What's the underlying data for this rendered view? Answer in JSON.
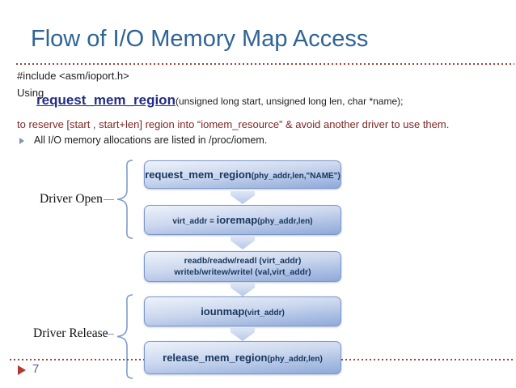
{
  "slide": {
    "title": "Flow of  I/O Memory Map Access",
    "page_number": "7"
  },
  "body": {
    "include_line": "#include <asm/ioport.h>",
    "using_label": "Using",
    "function_name": "request_mem_region",
    "function_signature": "(unsigned long start, unsigned long len, char *name);",
    "reserve_line": "to reserve [start , start+len] region into  “iomem_resource” &  avoid another driver to use them.",
    "bullet_text": "All I/O memory allocations are listed in /proc/iomem."
  },
  "flowchart": {
    "boxes": [
      {
        "main": "request_mem_region",
        "detail": "(phy_addr,len,\"NAME\")"
      },
      {
        "prefix": "virt_addr = ",
        "main": "ioremap",
        "detail": "(phy_addr,len)"
      },
      {
        "line1": "readb/readw/readl (virt_addr)",
        "line2": "writeb/writew/writel (val,virt_addr)"
      },
      {
        "main": "iounmap",
        "detail": "(virt_addr)"
      },
      {
        "main": "release_mem_region",
        "detail": "(phy_addr,len)"
      }
    ],
    "labels": {
      "open": "Driver Open",
      "release": "Driver Release"
    }
  },
  "colors": {
    "title": "#2E6496",
    "keyword_navy": "#232D87",
    "maroon_text": "#7D2724",
    "dotted_line": "#A33F36",
    "box_border": "#7B97C9",
    "box_fill_top": "#EEF3FB",
    "box_fill_bottom": "#8EA9D9",
    "box_text": "#17365D",
    "arrow_fill": "#B6C8E9",
    "brace": "#7E9CC8",
    "page_marker": "#B03A32",
    "page_number": "#47688E"
  }
}
